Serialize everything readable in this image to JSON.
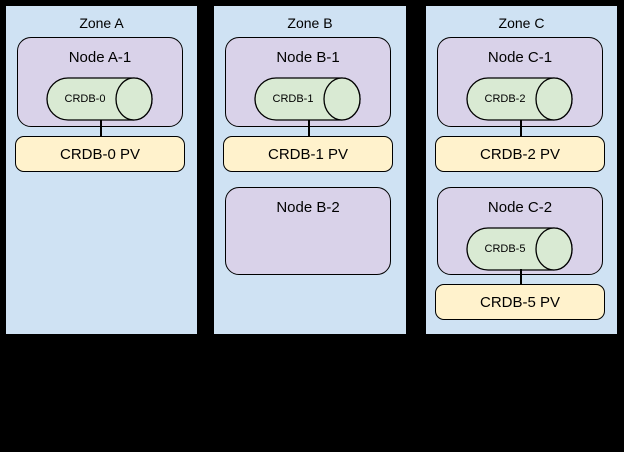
{
  "colors": {
    "background": "#000000",
    "zone_fill": "#cfe2f3",
    "node_fill": "#d9d2e9",
    "cylinder_fill": "#d9ead3",
    "pv_fill": "#fff2cc",
    "border": "#000000"
  },
  "zones": [
    {
      "label": "Zone A",
      "nodes": [
        {
          "label": "Node A-1",
          "cylinder": "CRDB-0",
          "pv": "CRDB-0 PV"
        }
      ]
    },
    {
      "label": "Zone B",
      "nodes": [
        {
          "label": "Node B-1",
          "cylinder": "CRDB-1",
          "pv": "CRDB-1 PV"
        },
        {
          "label": "Node B-2"
        }
      ]
    },
    {
      "label": "Zone C",
      "nodes": [
        {
          "label": "Node C-1",
          "cylinder": "CRDB-2",
          "pv": "CRDB-2 PV"
        },
        {
          "label": "Node C-2",
          "cylinder": "CRDB-5",
          "pv": "CRDB-5 PV"
        }
      ]
    }
  ]
}
